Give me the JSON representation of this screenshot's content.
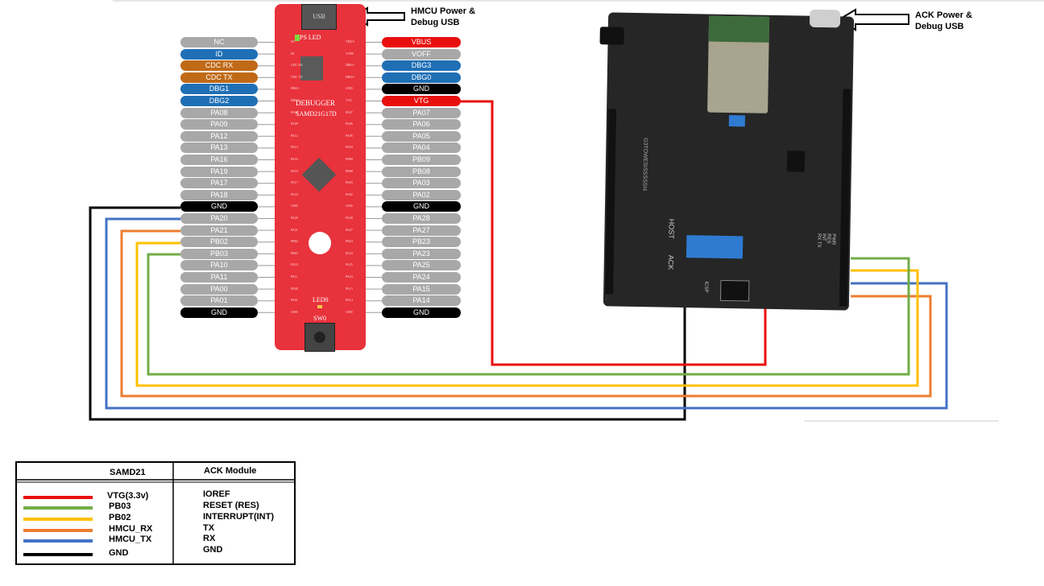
{
  "usb_callouts": {
    "hmcu": "HMCU Power & Debug USB",
    "hmcu_line1": "HMCU Power &",
    "hmcu_line2": "Debug USB",
    "ack_line1": "ACK Power &",
    "ack_line2": "Debug USB"
  },
  "debugger_board": {
    "usb_label": "USB",
    "ps_led_label": "PS LED",
    "debugger_label": "DEBUGGER",
    "chip_label": "SAMD21G17D",
    "led0_label": "LED0",
    "sw0_label": "SW0",
    "pin_marks_left": [
      "NC",
      "ID",
      "CDC RX",
      "CDC TX",
      "DBG1",
      "DBG2",
      "PA08",
      "PA09",
      "PA12",
      "PA13",
      "PA16",
      "PA19",
      "PA17",
      "PA18",
      "GND",
      "PA20",
      "PA21",
      "PB02",
      "PB03",
      "PA10",
      "PA11",
      "PA00",
      "PA01",
      "GND"
    ],
    "pin_marks_right": [
      "VBUS",
      "VOFF",
      "DBG3",
      "DBG0",
      "GND",
      "VTG",
      "PA07",
      "PA06",
      "PA05",
      "PA04",
      "PB09",
      "PB08",
      "PA03",
      "PA02",
      "GND",
      "PA28",
      "PA27",
      "PB23",
      "PA23",
      "PA25",
      "PA24",
      "PA15",
      "PA14",
      "GND"
    ]
  },
  "left_pins": [
    {
      "label": "NC",
      "color": "grey"
    },
    {
      "label": "ID",
      "color": "blue"
    },
    {
      "label": "CDC RX",
      "color": "orange"
    },
    {
      "label": "CDC TX",
      "color": "orange"
    },
    {
      "label": "DBG1",
      "color": "blue"
    },
    {
      "label": "DBG2",
      "color": "blue"
    },
    {
      "label": "PA08",
      "color": "grey"
    },
    {
      "label": "PA09",
      "color": "grey"
    },
    {
      "label": "PA12",
      "color": "grey"
    },
    {
      "label": "PA13",
      "color": "grey"
    },
    {
      "label": "PA16",
      "color": "grey"
    },
    {
      "label": "PA19",
      "color": "grey"
    },
    {
      "label": "PA17",
      "color": "grey"
    },
    {
      "label": "PA18",
      "color": "grey"
    },
    {
      "label": "GND",
      "color": "black"
    },
    {
      "label": "PA20",
      "color": "grey"
    },
    {
      "label": "PA21",
      "color": "grey"
    },
    {
      "label": "PB02",
      "color": "grey"
    },
    {
      "label": "PB03",
      "color": "grey"
    },
    {
      "label": "PA10",
      "color": "grey"
    },
    {
      "label": "PA11",
      "color": "grey"
    },
    {
      "label": "PA00",
      "color": "grey"
    },
    {
      "label": "PA01",
      "color": "grey"
    },
    {
      "label": "GND",
      "color": "black"
    }
  ],
  "right_pins": [
    {
      "label": "VBUS",
      "color": "red"
    },
    {
      "label": "VOFF",
      "color": "grey"
    },
    {
      "label": "DBG3",
      "color": "blue"
    },
    {
      "label": "DBG0",
      "color": "blue"
    },
    {
      "label": "GND",
      "color": "black"
    },
    {
      "label": "VTG",
      "color": "red"
    },
    {
      "label": "PA07",
      "color": "grey"
    },
    {
      "label": "PA06",
      "color": "grey"
    },
    {
      "label": "PA05",
      "color": "grey"
    },
    {
      "label": "PA04",
      "color": "grey"
    },
    {
      "label": "PB09",
      "color": "grey"
    },
    {
      "label": "PB08",
      "color": "grey"
    },
    {
      "label": "PA03",
      "color": "grey"
    },
    {
      "label": "PA02",
      "color": "grey"
    },
    {
      "label": "GND",
      "color": "black"
    },
    {
      "label": "PA28",
      "color": "grey"
    },
    {
      "label": "PA27",
      "color": "grey"
    },
    {
      "label": "PB23",
      "color": "grey"
    },
    {
      "label": "PA23",
      "color": "grey"
    },
    {
      "label": "PA25",
      "color": "grey"
    },
    {
      "label": "PA24",
      "color": "grey"
    },
    {
      "label": "PA15",
      "color": "grey"
    },
    {
      "label": "PA14",
      "color": "grey"
    },
    {
      "label": "GND",
      "color": "black"
    }
  ],
  "ack_board": {
    "module_label": "G3TOWESISSSSSI4",
    "host_label": "HOST",
    "ack_label": "ACK",
    "header_label": "PWR RES INT RX TX",
    "icsp_label": "ICSP"
  },
  "colors": {
    "red": "#e80f0f",
    "green": "#70ad47",
    "yellow": "#ffc000",
    "orange": "#ed7d31",
    "blue": "#4472c4",
    "black": "#000000"
  },
  "legend": {
    "header_left": "SAMD21",
    "header_right": "ACK Module",
    "rows": [
      {
        "samd": "VTG(3.3v)",
        "ack": "IOREF",
        "color": "#e80f0f"
      },
      {
        "samd": "PB03",
        "ack": "RESET (RES)",
        "color": "#70ad47"
      },
      {
        "samd": "PB02",
        "ack": "INTERRUPT(INT)",
        "color": "#ffc000"
      },
      {
        "samd": "HMCU_RX",
        "ack": "TX",
        "color": "#ed7d31"
      },
      {
        "samd": "HMCU_TX",
        "ack": "RX",
        "color": "#4472c4"
      },
      {
        "samd": "GND",
        "ack": "GND",
        "color": "#000000"
      }
    ]
  }
}
